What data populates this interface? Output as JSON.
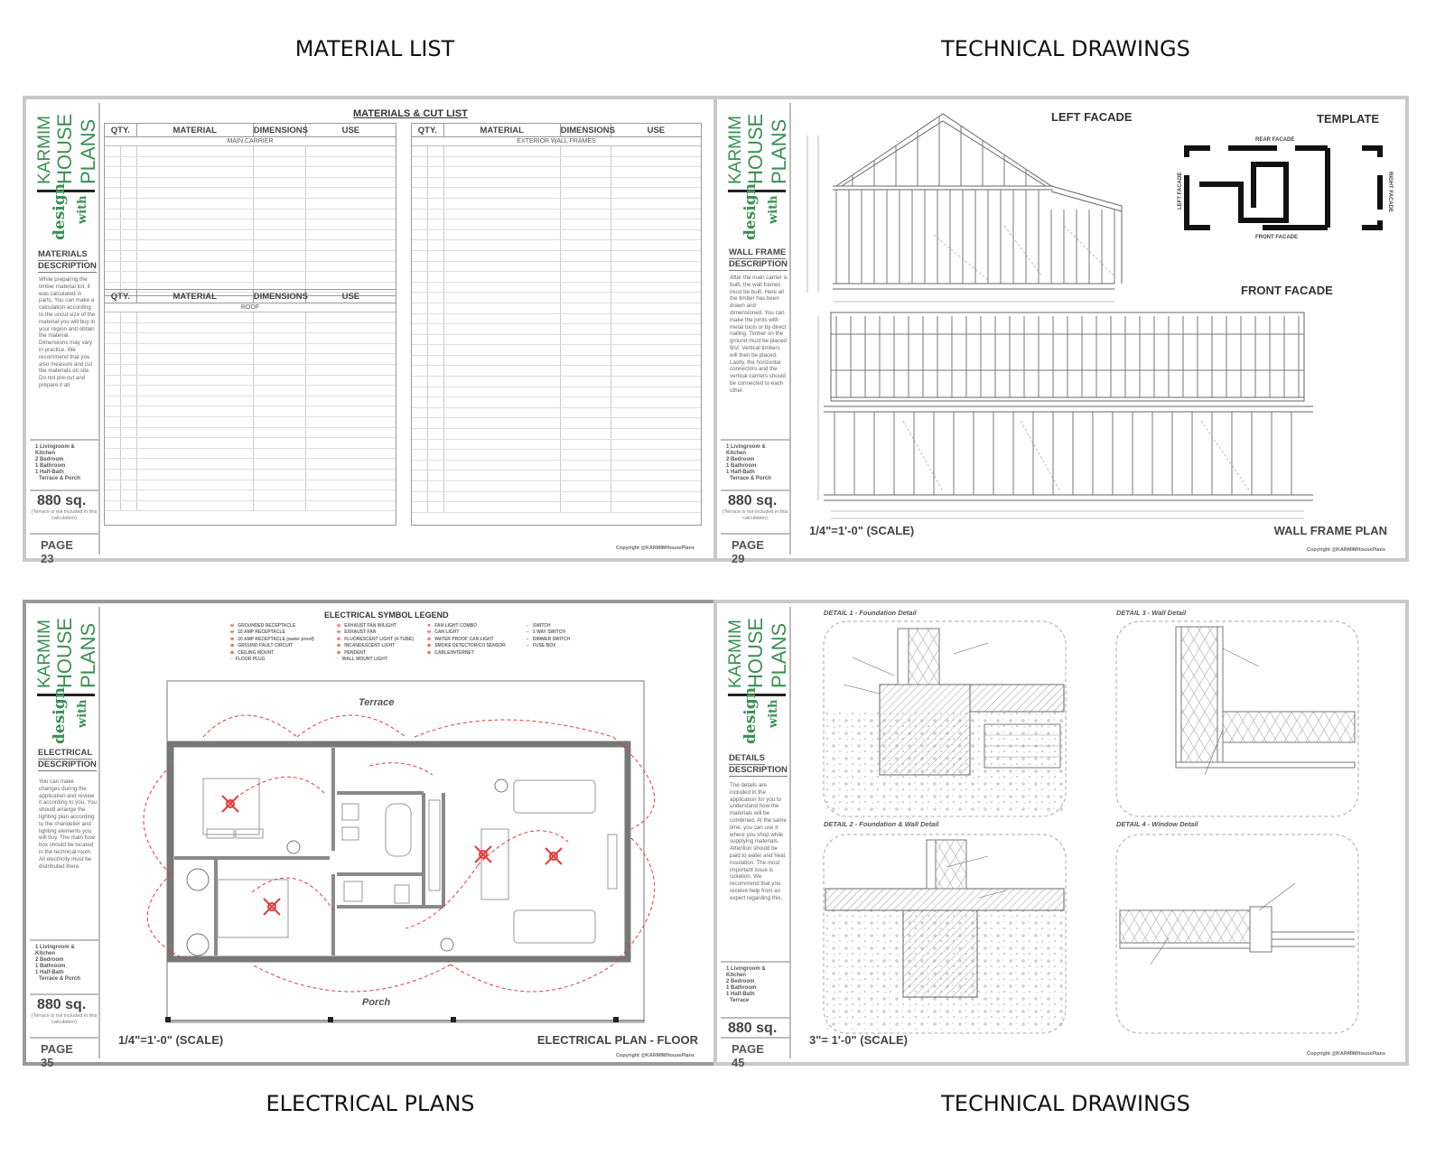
{
  "captions": {
    "top_left": "MATERIAL LIST",
    "top_right": "TECHNICAL DRAWINGS",
    "bottom_left": "ELECTRICAL PLANS",
    "bottom_right": "TECHNICAL DRAWINGS"
  },
  "brand": {
    "line1": "KARMIM",
    "line2": "HOUSE",
    "line3": "PLANS",
    "script1": "design",
    "script2": "with",
    "accent": "#3a8f52"
  },
  "common": {
    "rooms": [
      "1 Livingroom & Kitchen",
      "2 Bedroom",
      "1 Bathroom",
      "1 Half-Bath",
      "Terrace & Porch"
    ],
    "area": "880 sq.",
    "area_note": "(Terrace is not included in this calculation)",
    "copyright": "Copyright @KARMIMHousePlans"
  },
  "sheet1": {
    "side_title": [
      "MATERIALS",
      "DESCRIPTION"
    ],
    "side_text": "While preparing the timber material list, it was calculated in parts. You can make a calculation according to the uncut size of the material you will buy in your region and obtain the material. Dimensions may vary in practice. We recommend that you also measure and cut the materials on site. Do not pre-cut and prepare it all.",
    "page": "PAGE 23",
    "title": "MATERIALS & CUT LIST",
    "headers": [
      "QTY.",
      "MATERIAL",
      "DIMENSIONS",
      "USE"
    ],
    "left_sections": [
      "MAIN CARRIER",
      "ROOF"
    ],
    "right_section": "EXTERIOR WALL FRAMES"
  },
  "sheet2": {
    "side_title": [
      "WALL FRAME",
      "DESCRIPTION"
    ],
    "side_text": "After the main carrier is built, the wall frames must be built. Here all the timber has been drawn and dimensioned. You can make the joints with metal tools or by direct nailing. Timber on the ground must be placed first. Vertical timbers will then be placed. Lastly, the horizontal connectors and the vertical carriers should be connected to each other.",
    "page": "PAGE 29",
    "left_facade": "LEFT FACADE",
    "template": "TEMPLATE",
    "front_facade": "FRONT FACADE",
    "scale": "1/4\"=1'-0\" (SCALE)",
    "plan_title": "WALL FRAME PLAN",
    "template_labels": [
      "REAR FACADE",
      "FRONT FACADE",
      "LEFT FACADE",
      "RIGHT FACADE"
    ]
  },
  "sheet3": {
    "side_title": [
      "ELECTRICAL",
      "DESCRIPTION"
    ],
    "side_text": "You can make changes during the application and review it according to you. You should arrange the lighting plan according to the chandelier and lighting elements you will buy. The main fuse box should be located in the technical room. All electricity must be distributed there.",
    "page": "PAGE 35",
    "legend_title": "ELECTRICAL SYMBOL LEGEND",
    "legend_col1": [
      "GROUNDED RECEPTACLE",
      "15 AMP RECEPTACLE",
      "20 AMP RECEPTACLE (water proof)",
      "GROUND FAULT CIRCUIT",
      "CEILING MOUNT",
      "FLOOR PLUG"
    ],
    "legend_col2": [
      "EXHAUST FAN W/LIGHT",
      "EXHAUST FAN",
      "FLUORESCENT LIGHT (4-TUBE)",
      "INCANDESCENT LIGHT",
      "PENDENT",
      "WALL MOUNT LIGHT"
    ],
    "legend_col3": [
      "FAN LIGHT COMBO",
      "CAN LIGHT",
      "WATER PROOF CAN LIGHT",
      "SMOKE DETECTOR/CO SENSOR",
      "CABLE/INTERNET"
    ],
    "legend_col4": [
      "SWITCH",
      "3 WAY SWITCH",
      "DIMMER SWITCH",
      "FUSE BOX"
    ],
    "terrace": "Terrace",
    "porch": "Porch",
    "scale": "1/4\"=1'-0\" (SCALE)",
    "plan_title": "ELECTRICAL PLAN - FLOOR",
    "red": "#e53b3b"
  },
  "sheet4": {
    "side_title": [
      "DETAILS",
      "DESCRIPTION"
    ],
    "side_text": "The details are included in the application for you to understand how the materials will be combined. At the same time, you can use it where you shop while supplying materials. Attention should be paid to water and heat insulation. The most important issue is isolation. We recommend that you receive help from an expert regarding this.",
    "page": "PAGE 45",
    "rooms": [
      "1 Livingroom & Kitchen",
      "2 Bedroom",
      "1 Bathroom",
      "1 Half-Bath",
      "Terrace"
    ],
    "detail1": "DETAIL 1 - Foundation Detail",
    "detail2": "DETAIL 2 - Foundation & Wall Detail",
    "detail3": "DETAIL 3 - Wall Detail",
    "detail4": "DETAIL 4 - Window Detail",
    "scale": "3\"= 1'-0\" (SCALE)"
  }
}
